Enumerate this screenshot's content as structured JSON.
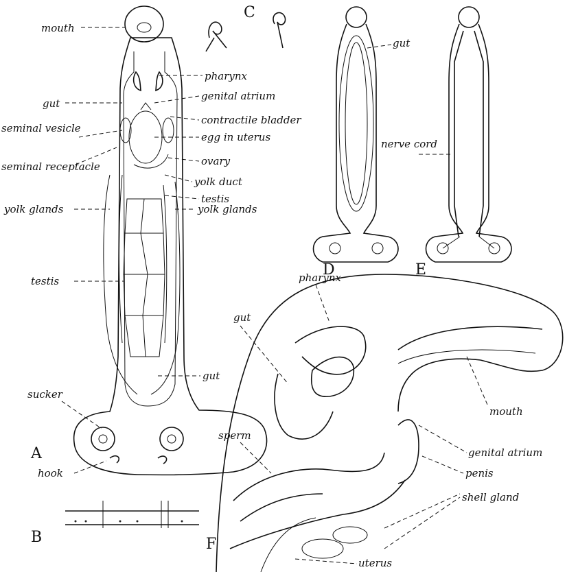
{
  "panels": {
    "A": "A",
    "B": "B",
    "C": "C",
    "D": "D",
    "E": "E",
    "F": "F"
  },
  "panel_a_labels": {
    "mouth": "mouth",
    "pharynx": "pharynx",
    "genital_atrium": "genital atrium",
    "gut_upper": "gut",
    "contractile_bladder": "contractile bladder",
    "seminal_vesicle": "seminal vesicle",
    "egg_in_uterus": "egg in uterus",
    "seminal_receptacle": "seminal receptacle",
    "ovary": "ovary",
    "yolk_duct": "yolk duct",
    "testis_right": "testis",
    "yolk_glands_left": "yolk glands",
    "yolk_glands_right": "yolk glands",
    "testis_left": "testis",
    "sucker": "sucker",
    "gut_lower": "gut",
    "hook": "hook"
  },
  "panel_d_labels": {
    "gut": "gut"
  },
  "panel_e_labels": {
    "nerve_cord": "nerve cord"
  },
  "panel_f_labels": {
    "pharynx": "pharynx",
    "gut": "gut",
    "mouth": "mouth",
    "sperm": "sperm",
    "genital_atrium": "genital atrium",
    "penis": "penis",
    "shell_gland": "shell gland",
    "uterus": "uterus"
  }
}
